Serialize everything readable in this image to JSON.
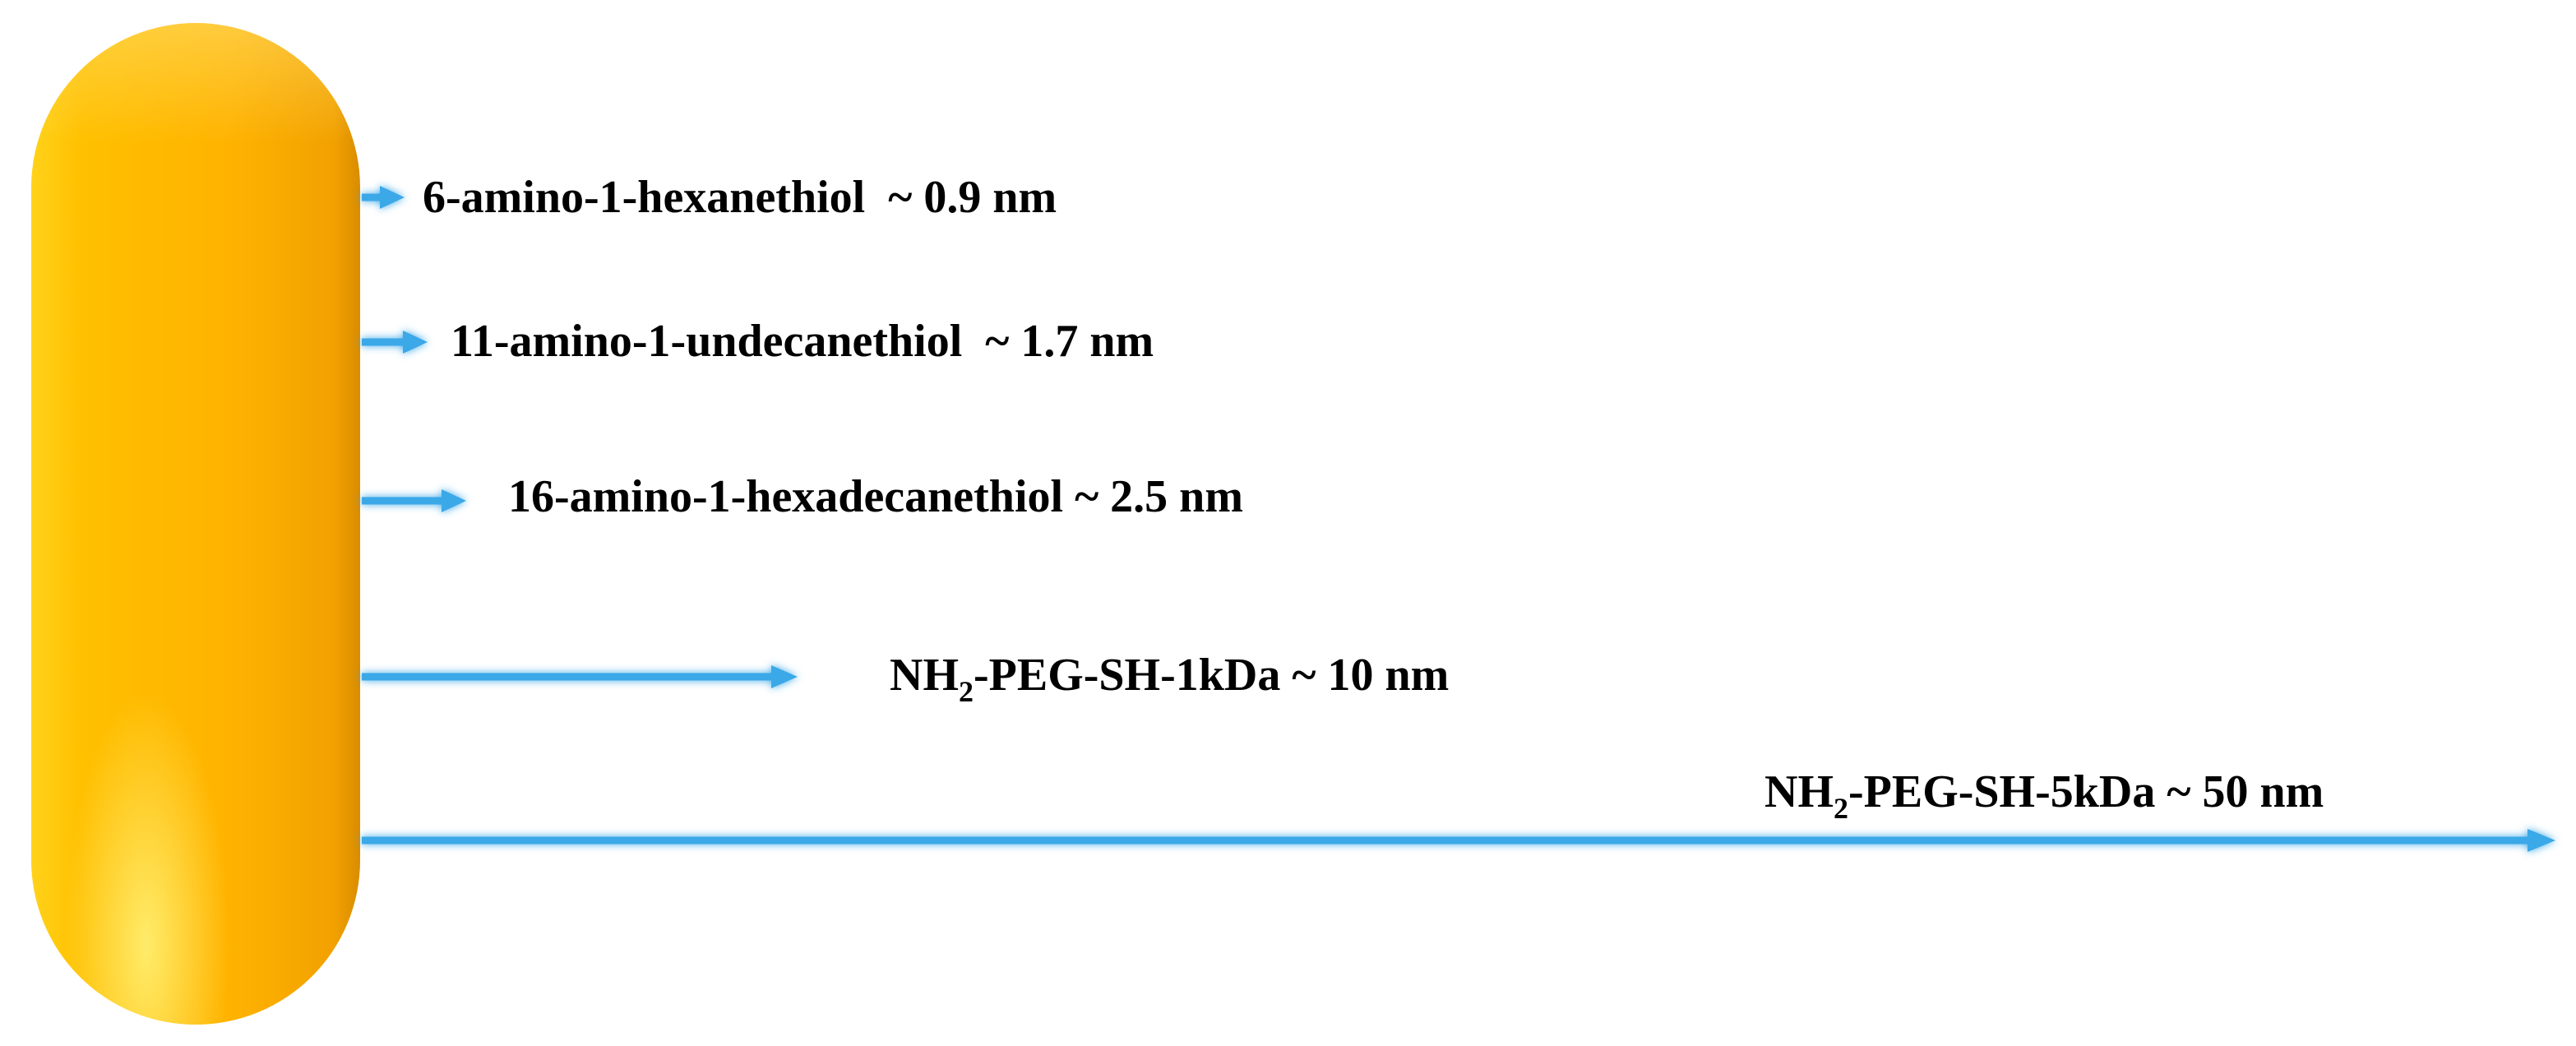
{
  "rod": {
    "name": "gold nanorod",
    "color": "#FFB800"
  },
  "arrow_color": "#3AA8E8",
  "ligands": [
    {
      "id": "ligand-6-amino-1-hexanethiol",
      "parts": [
        {
          "t": "6-amino-1-hexanethiol  ~ 0.9 nm"
        }
      ],
      "length_nm": 0.9
    },
    {
      "id": "ligand-11-amino-1-undecanethiol",
      "parts": [
        {
          "t": "11-amino-1-undecanethiol  ~ 1.7 nm"
        }
      ],
      "length_nm": 1.7
    },
    {
      "id": "ligand-16-amino-1-hexadecanethiol",
      "parts": [
        {
          "t": "16-amino-1-hexadecanethiol ~ 2.5 nm"
        }
      ],
      "length_nm": 2.5
    },
    {
      "id": "ligand-nh2-peg-sh-1kda",
      "parts": [
        {
          "t": "NH"
        },
        {
          "t": "2",
          "sub": true
        },
        {
          "t": "-PEG-SH-1kDa ~ 10 nm"
        }
      ],
      "length_nm": 10
    },
    {
      "id": "ligand-nh2-peg-sh-5kda",
      "parts": [
        {
          "t": "NH"
        },
        {
          "t": "2",
          "sub": true
        },
        {
          "t": "-PEG-SH-5kDa ~ 50 nm"
        }
      ],
      "length_nm": 50
    }
  ]
}
